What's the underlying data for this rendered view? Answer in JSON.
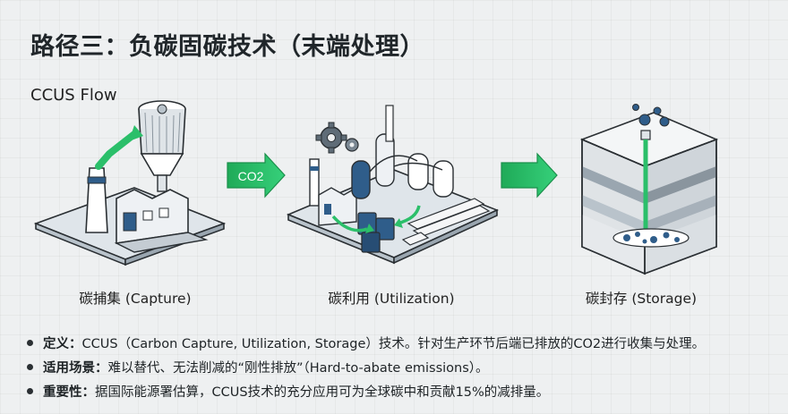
{
  "title": "路径三：负碳固碳技术（末端处理）",
  "subtitle": "CCUS Flow",
  "flow_arrow_label": "CO2",
  "stages": [
    {
      "label": "碳捕集 (Capture)"
    },
    {
      "label": "碳利用 (Utilization)"
    },
    {
      "label": "碳封存 (Storage)"
    }
  ],
  "bullets": [
    {
      "label": "定义：",
      "text": "CCUS（Carbon Capture, Utilization, Storage）技术。针对生产环节后端已排放的CO2进行收集与处理。"
    },
    {
      "label": "适用场景：",
      "text": "难以替代、无法削减的“刚性排放”（Hard-to-abate emissions）。"
    },
    {
      "label": "重要性：",
      "text": "据国际能源署估算，CCUS技术的充分应用可为全球碳中和贡献15%的减排量。"
    }
  ],
  "colors": {
    "accent_green": "#2bbf6a",
    "stack_blue": "#2f5d8a",
    "ink": "#2a2f33",
    "ground": "#dfe5ea"
  }
}
